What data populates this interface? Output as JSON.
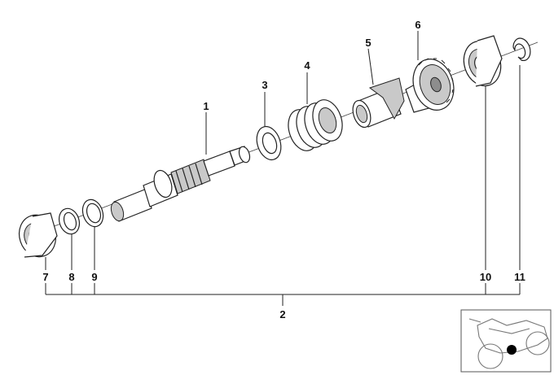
{
  "diagram": {
    "callouts": {
      "c1": "1",
      "c2": "2",
      "c3": "3",
      "c4": "4",
      "c5": "5",
      "c6": "6",
      "c7": "7",
      "c8": "8",
      "c9": "9",
      "c10": "10",
      "c11": "11"
    },
    "locator_marker_color": "#000000"
  }
}
